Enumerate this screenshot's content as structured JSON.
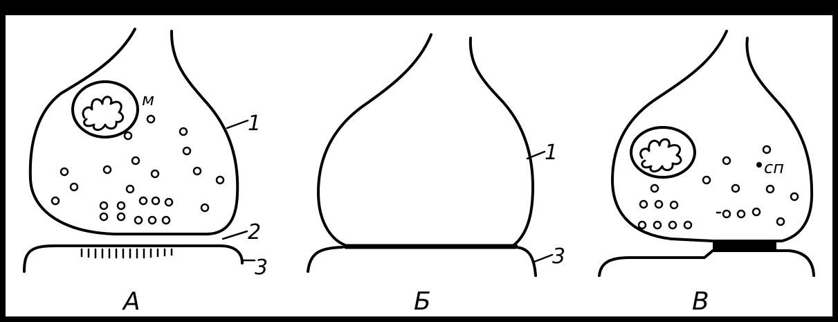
{
  "panels": [
    {
      "letter": "А",
      "mito_label": "м",
      "label_1": "1",
      "label_2": "2",
      "label_3": "3"
    },
    {
      "letter": "Б",
      "label_1": "1",
      "label_3": "3"
    },
    {
      "letter": "В",
      "vesicle_label": "сп"
    }
  ],
  "colors": {
    "background": "#000000",
    "paper": "#ffffff",
    "ink": "#000000"
  }
}
